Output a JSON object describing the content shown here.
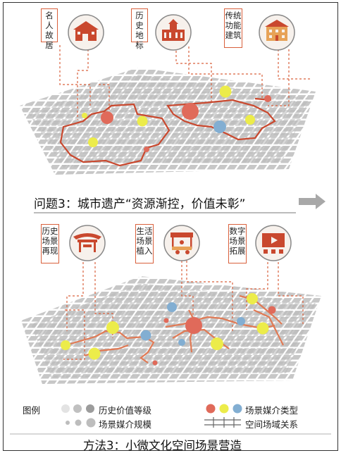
{
  "panel_top": {
    "labels": [
      {
        "lines": [
          "名人",
          "故居"
        ],
        "icon": "house-icon"
      },
      {
        "lines": [
          "历史",
          "地标"
        ],
        "icon": "landmark-icon"
      },
      {
        "lines": [
          "传统",
          "功能",
          "建筑"
        ],
        "icon": "building-icon"
      }
    ],
    "banner": "问题3：城市遗产“资源渐控，价值未彰”"
  },
  "panel_bottom": {
    "labels": [
      {
        "lines": [
          "历史",
          "场景",
          "再现"
        ],
        "icon": "pavilion-icon"
      },
      {
        "lines": [
          "生活",
          "场景",
          "植入"
        ],
        "icon": "food-stall-icon"
      },
      {
        "lines": [
          "数字",
          "场景",
          "拓展"
        ],
        "icon": "screen-icon"
      }
    ]
  },
  "legend": {
    "title": "图例",
    "row1": "历史价值等级",
    "row2": "场景媒介规模",
    "row3": "场景媒介类型",
    "row4": "空间场域关系"
  },
  "footer": "方法3：小微文化空间场景营造",
  "colors": {
    "accent": "#d9603c",
    "route": "#c9482e",
    "red_dot": "#e06a5a",
    "yellow_dot": "#ecec4a",
    "blue_dot": "#82aed2",
    "block": "#bfbfbf",
    "icon_bg": "#f7f1ec"
  }
}
